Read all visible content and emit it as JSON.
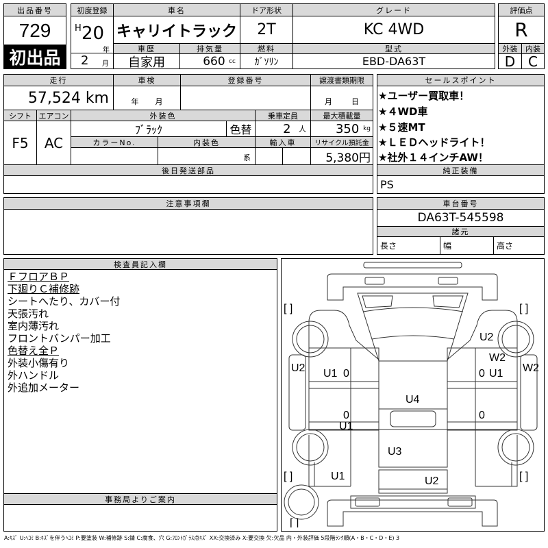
{
  "lot": {
    "label": "出品番号",
    "number": "729",
    "first_listing": "初出品"
  },
  "vehicle": {
    "first_reg_label": "初度登録",
    "era": "H",
    "year": "20",
    "year_unit": "年",
    "month": "2",
    "month_unit": "月",
    "name_label": "車名",
    "name": "キャリイトラック",
    "door_label": "ドア形状",
    "door": "2T",
    "grade_label": "グレード",
    "grade": "KC 4WD",
    "history_label": "車歴",
    "history": "自家用",
    "displacement_label": "排気量",
    "displacement": "660",
    "displacement_unit": "cc",
    "fuel_label": "燃料",
    "fuel": "ｶﾞｿﾘﾝ",
    "model_label": "型式",
    "model": "EBD-DA63T"
  },
  "score": {
    "label": "評価点",
    "value": "R",
    "exterior_label": "外装",
    "interior_label": "内装",
    "exterior": "D",
    "interior": "C"
  },
  "details": {
    "mileage_label": "走行",
    "mileage": "57,524 km",
    "inspection_label": "車検",
    "inspection_year_unit": "年",
    "inspection_month_unit": "月",
    "reg_number_label": "登録番号",
    "transfer_label": "譲渡書類期限",
    "transfer_month_unit": "月",
    "transfer_day_unit": "日",
    "shift_label": "シフト",
    "shift": "F5",
    "ac_label": "エアコン",
    "ac": "AC",
    "ext_color_label": "外装色",
    "ext_color": "ﾌﾞﾗｯｸ",
    "color_change": "色替",
    "capacity_label": "乗車定員",
    "capacity": "2",
    "capacity_unit": "人",
    "max_load_label": "最大積載量",
    "max_load": "350",
    "max_load_unit": "kg",
    "color_no_label": "カラーNo.",
    "int_color_label": "内装色",
    "int_color_suffix": "系",
    "import_label": "輸入車",
    "recycle_label": "リサイクル預託金",
    "recycle": "5,380円",
    "later_parts_label": "後日発送部品"
  },
  "sales_points": {
    "label": "セールスポイント",
    "items": [
      "★ユーザー買取車！",
      "★４WD車",
      "★５速MT",
      "★ＬＥＤヘッドライト！",
      "★社外１４インチAW！"
    ]
  },
  "equipment": {
    "label": "純正装備",
    "value": "PS"
  },
  "notes": {
    "label": "注意事項欄"
  },
  "chassis": {
    "label": "車台番号",
    "value": "DA63T-545598",
    "spec_label": "諸元",
    "length_label": "長さ",
    "width_label": "幅",
    "height_label": "高さ"
  },
  "inspector": {
    "label": "検査員記入欄",
    "lines": [
      {
        "text": "ＦフロアＢＰ",
        "underlined": true
      },
      {
        "text": "下廻りＣ補修跡",
        "underlined": true
      },
      {
        "text": "シートへたり、カバー付",
        "underlined": false
      },
      {
        "text": "天張汚れ",
        "underlined": false
      },
      {
        "text": "室内薄汚れ",
        "underlined": false
      },
      {
        "text": "フロントバンパー加工",
        "underlined": false
      },
      {
        "text": "色替え全Ｐ",
        "underlined": true
      },
      {
        "text": "外装小傷有り",
        "underlined": false
      },
      {
        "text": "外ハンドル",
        "underlined": false
      },
      {
        "text": "外追加メーター",
        "underlined": false
      }
    ]
  },
  "office": {
    "label": "事務局よりご案内"
  },
  "diagram": {
    "marks": [
      "U2",
      "U1",
      "0",
      "U2",
      "W2",
      "0",
      "U1",
      "W2",
      "U4",
      "0",
      "0",
      "U1",
      "U3",
      "U1",
      "U2"
    ],
    "bracket": "[    ]"
  },
  "legend": "A:ｷｽﾞ U:ﾍｺﾐ B:ｷｽﾞを伴うﾍｺﾐ P:要塗装 W:補修跡 S:錆 C:腐食、穴 G:ﾌﾛﾝﾄｶﾞﾗｽ点ｷｽﾞ XX:交換済み X:要交換 欠:欠品 内・外装評価 5段階ﾗﾝｸ順(A・B・C・D・E) 3"
}
